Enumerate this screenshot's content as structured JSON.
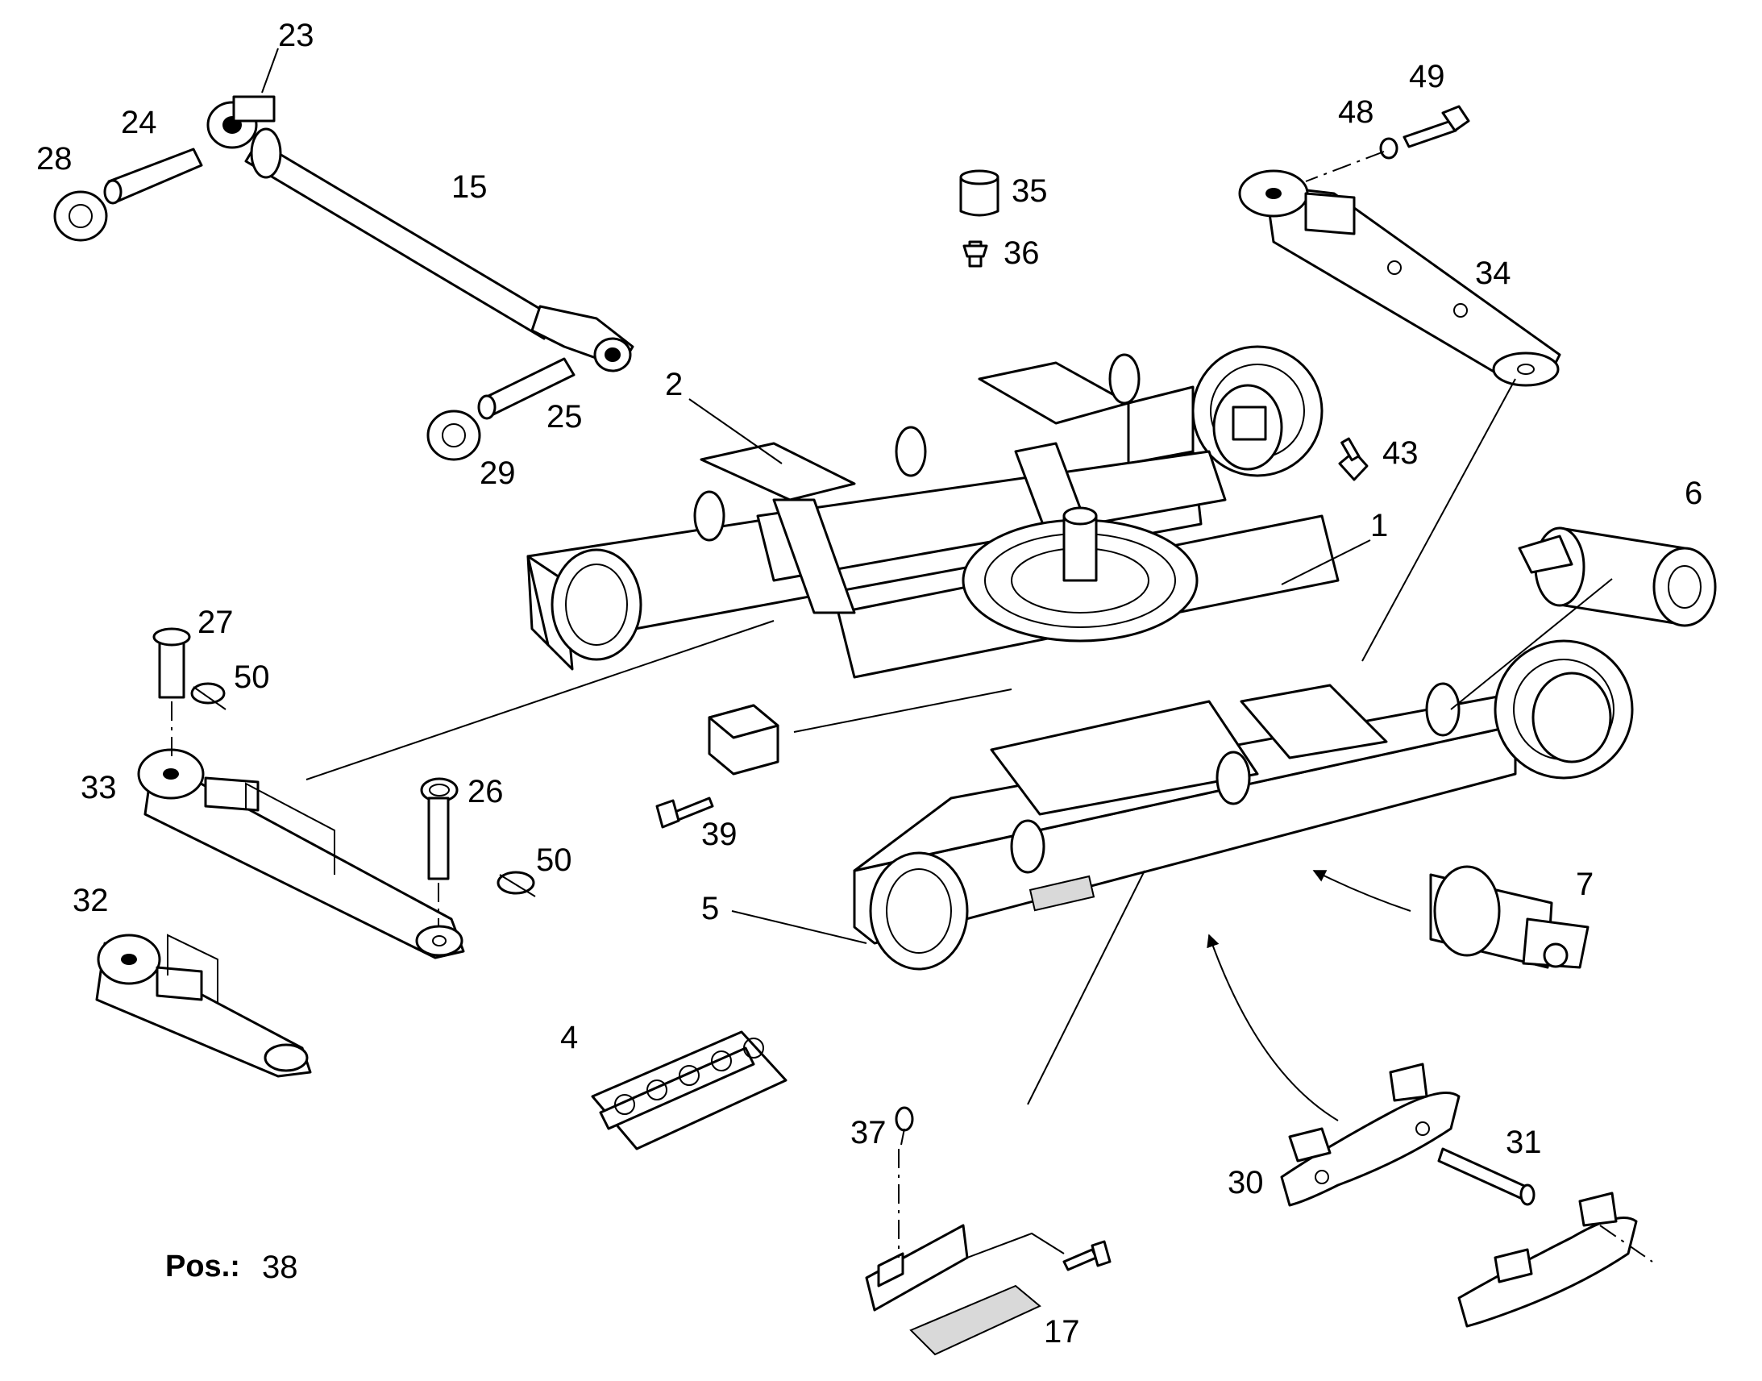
{
  "diagram": {
    "callouts": {
      "c1": "1",
      "c2": "2",
      "c4": "4",
      "c5": "5",
      "c6": "6",
      "c7": "7",
      "c15": "15",
      "c17": "17",
      "c23": "23",
      "c24": "24",
      "c25": "25",
      "c26": "26",
      "c27": "27",
      "c28": "28",
      "c29": "29",
      "c30": "30",
      "c31": "31",
      "c32": "32",
      "c33": "33",
      "c34": "34",
      "c35": "35",
      "c36": "36",
      "c37": "37",
      "c39": "39",
      "c43": "43",
      "c48": "48",
      "c49": "49",
      "c50a": "50",
      "c50b": "50"
    },
    "position": {
      "label": "Pos.:",
      "value": "38"
    }
  }
}
